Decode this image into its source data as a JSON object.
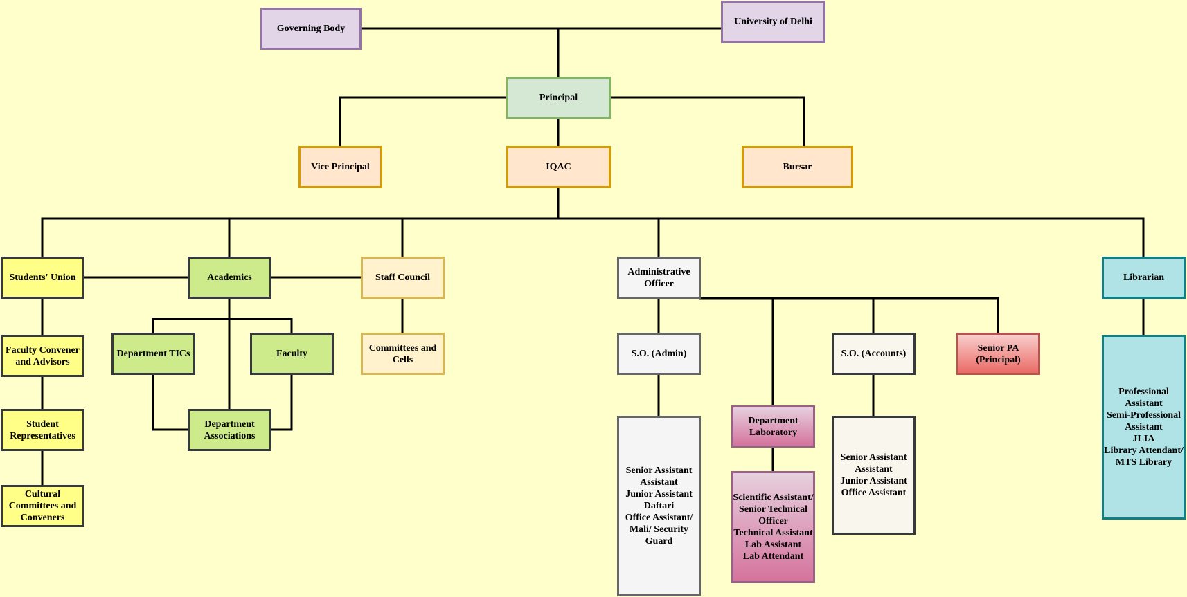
{
  "diagram": {
    "colors": {
      "background": "#ffffcc",
      "connector": "#000000",
      "governance": "#e1d5e7",
      "principal": "#d5e8d4",
      "leadership": "#ffe6cc",
      "students": "#ffff88",
      "academics": "#cdeb8b",
      "staff": "#fff2cc",
      "administration": "#f5f5f5",
      "accounts": "#f9f7ed",
      "senior_pa": "#ea6b66",
      "laboratory": "#d5739d",
      "library": "#b0e3e6"
    },
    "nodes": {
      "governing_body": [
        "Governing Body"
      ],
      "university_of_delhi": [
        "University of Delhi"
      ],
      "principal": [
        "Principal"
      ],
      "vice_principal": [
        "Vice Principal"
      ],
      "iqac": [
        "IQAC"
      ],
      "bursar": [
        "Bursar"
      ],
      "students_union": [
        "Students' Union"
      ],
      "academics": [
        "Academics"
      ],
      "staff_council": [
        "Staff Council"
      ],
      "administrative_officer": [
        "Administrative",
        "Officer"
      ],
      "librarian": [
        "Librarian"
      ],
      "faculty_convener": [
        "Faculty Convener",
        "and Advisors"
      ],
      "student_representatives": [
        "Student",
        "Representatives"
      ],
      "cultural_committees": [
        "Cultural",
        "Committees and",
        "Conveners"
      ],
      "department_tics": [
        "Department TICs"
      ],
      "faculty": [
        "Faculty"
      ],
      "department_associations": [
        "Department",
        "Associations"
      ],
      "committees_and_cells": [
        "Committees and",
        "Cells"
      ],
      "so_admin": [
        "S.O. (Admin)"
      ],
      "so_accounts": [
        "S.O. (Accounts)"
      ],
      "senior_pa": [
        "Senior PA",
        "(Principal)"
      ],
      "department_laboratory": [
        "Department",
        "Laboratory"
      ],
      "admin_staff": [
        "Senior Assistant",
        "Assistant",
        "Junior Assistant",
        "Daftari",
        "Office Assistant/",
        "Mali/ Security",
        "Guard"
      ],
      "lab_staff": [
        "Scientific Assistant/",
        "Senior Technical",
        "Officer",
        "Technical Assistant",
        "Lab Assistant",
        "Lab Attendant"
      ],
      "accounts_staff": [
        "Senior Assistant",
        "Assistant",
        "Junior Assistant",
        "Office Assistant"
      ],
      "library_staff": [
        "Professional",
        "Assistant",
        "Semi-Professional",
        "Assistant",
        "JLIA",
        "Library Attendant/",
        "MTS Library"
      ]
    }
  }
}
